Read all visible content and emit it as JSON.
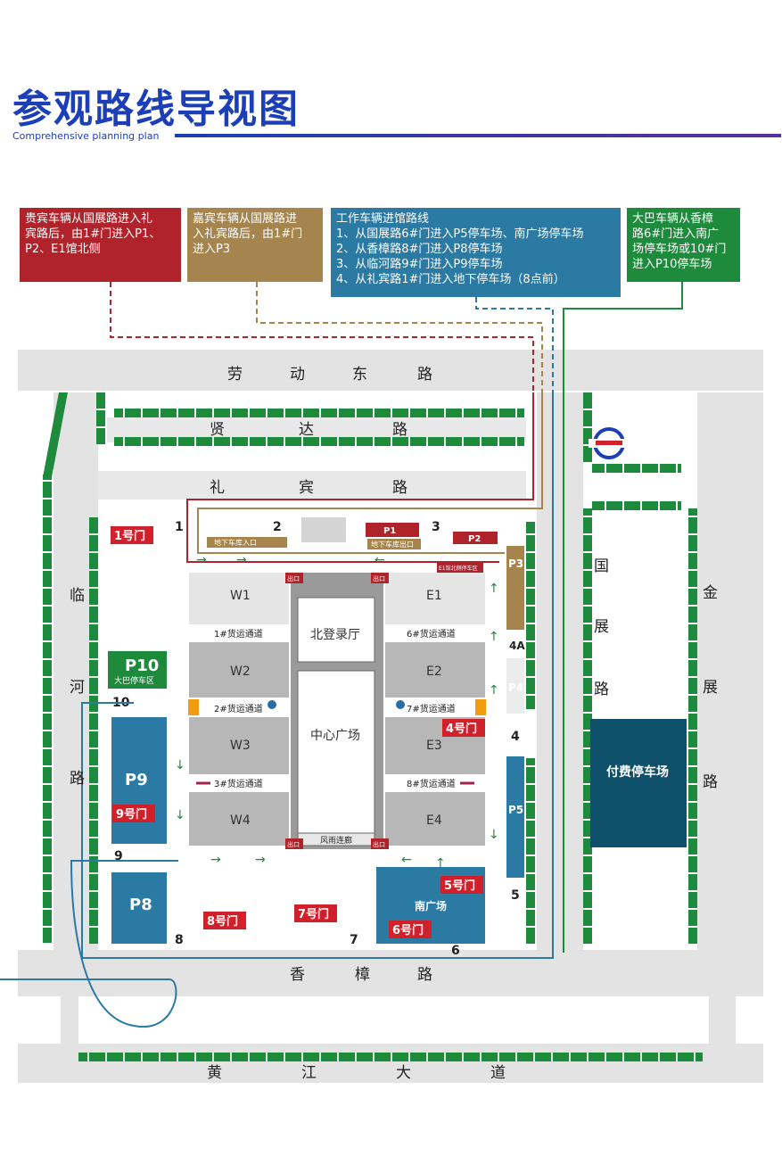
{
  "header": {
    "title": "参观路线导视图",
    "subtitle": "Comprehensive planning plan"
  },
  "info_boxes": {
    "vip": "贵宾车辆从国展路进入礼\n宾路后，由1#门进入P1、\nP2、E1馆北侧",
    "guest": "嘉宾车辆从国展路进\n入礼宾路后，由1#门\n进入P3",
    "staff": "工作车辆进馆路线\n1、从国展路6#门进入P5停车场、南广场停车场\n2、从香樟路8#门进入P8停车场\n3、从临河路9#门进入P9停车场\n4、从礼宾路1#门进入地下停车场（8点前）",
    "bus": "大巴车辆从香樟\n路6#门进入南广\n场停车场或10#门\n进入P10停车场"
  },
  "roads": {
    "laodong": [
      "劳",
      "动",
      "东",
      "路"
    ],
    "xianda": [
      "贤",
      "达",
      "路"
    ],
    "libin": [
      "礼",
      "宾",
      "路"
    ],
    "linhe": [
      "临",
      "河",
      "路"
    ],
    "guozhan": [
      "国",
      "展",
      "路"
    ],
    "jinzhan": [
      "金",
      "展",
      "路"
    ],
    "xiangzhang": [
      "香",
      "樟",
      "路"
    ],
    "huangjiang": [
      "黄",
      "江",
      "大",
      "道"
    ]
  },
  "halls": {
    "w1": "W1",
    "w2": "W2",
    "w3": "W3",
    "w4": "W4",
    "e1": "E1",
    "e2": "E2",
    "e3": "E3",
    "e4": "E4",
    "north_lobby": "北登录厅",
    "center_plaza": "中心广场",
    "corridor": "风雨连廊",
    "south_plaza": "南广场",
    "paid_parking": "付费停车场"
  },
  "channels": {
    "c1": "1#货运通道",
    "c2": "2#货运通道",
    "c3": "3#货运通道",
    "c4": "8#货运通道",
    "c6": "6#货运通道",
    "c7": "7#货运通道"
  },
  "gates": {
    "g1": "1号门",
    "g4": "4号门",
    "g5": "5号门",
    "g6": "6号门",
    "g7": "7号门",
    "g8": "8号门",
    "g9": "9号门"
  },
  "gate_numbers": [
    "1",
    "2",
    "3",
    "4A",
    "4",
    "5",
    "6",
    "7",
    "8",
    "9",
    "10"
  ],
  "parking": {
    "p1": "P1",
    "p2": "P2",
    "p3": "P3",
    "p4": "P4",
    "p5": "P5",
    "p8": "P8",
    "p9": "P9",
    "p10": "P10",
    "p10_sub": "大巴停车区",
    "e1_note": "E1馆北侧停车区"
  },
  "labels": {
    "garage_in": "地下车库入口",
    "garage_out": "地下车库出口",
    "exit": "出口"
  },
  "colors": {
    "title": "#1c3fb7",
    "vip": "#b0232a",
    "guest": "#a6844d",
    "staff": "#2a7aa3",
    "bus": "#1e8a3c",
    "hall": "#b7b7b7",
    "road": "#e3e3e3",
    "paid_parking": "#0e4f6a"
  }
}
